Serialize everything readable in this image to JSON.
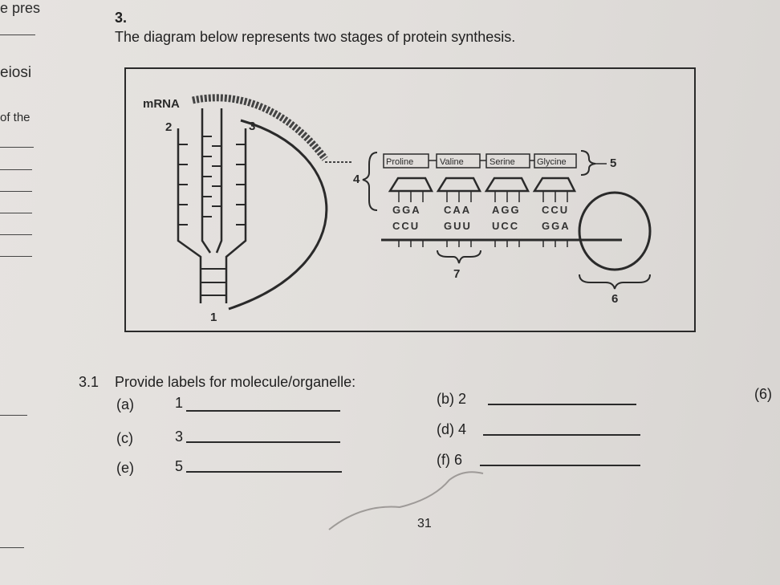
{
  "margin": {
    "word1": "e pres",
    "word2": "eiosi",
    "word3": "of the"
  },
  "question": {
    "number": "3.",
    "intro": "The diagram below represents two stages of protein synthesis."
  },
  "diagram": {
    "mrna_label": "mRNA",
    "label_2": "2",
    "label_3": "3",
    "label_1": "1",
    "label_4": "4",
    "label_5": "5",
    "label_6": "6",
    "label_7": "7",
    "amino_acids": [
      "Proline",
      "Valine",
      "Serine",
      "Glycine"
    ],
    "anticodons": [
      "GGA",
      "CAA",
      "AGG",
      "CCU"
    ],
    "codons": [
      "CCU",
      "GUU",
      "UCC",
      "GGA"
    ]
  },
  "subquestion": {
    "number": "3.1",
    "text": "Provide labels for molecule/organelle:",
    "marks": "(6)",
    "items": [
      {
        "letter": "(a)",
        "num": "1"
      },
      {
        "letter": "(b) 2",
        "num": ""
      },
      {
        "letter": "(c)",
        "num": "3"
      },
      {
        "letter": "(d) 4",
        "num": ""
      },
      {
        "letter": "(e)",
        "num": "5"
      },
      {
        "letter": "(f) 6",
        "num": ""
      }
    ]
  },
  "page_number": "31"
}
